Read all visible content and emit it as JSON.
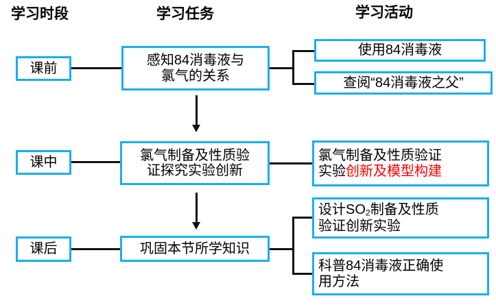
{
  "diagram": {
    "title_columns": [
      {
        "id": "stage",
        "label": "学习时段"
      },
      {
        "id": "task",
        "label": "学习任务"
      },
      {
        "id": "activity",
        "label": "学习活动"
      }
    ],
    "accent_color": "#18AEF0",
    "line_color": "#111111",
    "highlight_color": "#FF0000",
    "rows": [
      {
        "id": "before-class",
        "stage": "课前",
        "task": "感知84消毒液与\n氯气的关系",
        "activities": [
          {
            "id": "use-84",
            "text": "使用84消毒液",
            "align": "center"
          },
          {
            "id": "research-father-of-84",
            "text": "查阅“84消毒液之父”",
            "align": "center"
          }
        ]
      },
      {
        "id": "in-class",
        "stage": "课中",
        "task": "氯气制备及性质验\n证探究实验创新",
        "activities": [
          {
            "id": "chlorine-experiment-innovation",
            "align": "left",
            "line1_plain": "氯气制备及性质验证",
            "line2_plain": "实验",
            "line2_highlight": "创新及模型构建"
          }
        ]
      },
      {
        "id": "after-class",
        "stage": "课后",
        "task": "巩固本节所学知识",
        "activities": [
          {
            "id": "design-so2-experiment",
            "align": "left",
            "prefix": "设计SO",
            "subscript": "2",
            "suffix": "制备及性质\n验证创新实验"
          },
          {
            "id": "popularize-84-usage",
            "text": "科普84消毒液正确使\n用方法",
            "align": "left"
          }
        ]
      }
    ]
  }
}
